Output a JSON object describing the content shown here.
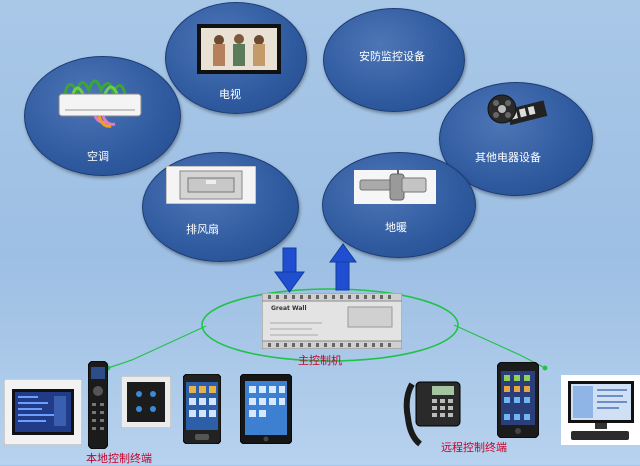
{
  "devices": {
    "tv": {
      "label": "电视"
    },
    "security": {
      "label": "安防监控设备"
    },
    "ac": {
      "label": "空调"
    },
    "other": {
      "label": "其他电器设备"
    },
    "fan": {
      "label": "排风扇"
    },
    "floor_heat": {
      "label": "地暖"
    }
  },
  "controller": {
    "label": "主控制机",
    "brand": "Great Wall"
  },
  "terminals": {
    "local_label": "本地控制终端",
    "remote_label": "远程控制终端"
  },
  "colors": {
    "background": "#a9c8e8",
    "device_fill": "#2f5a9f",
    "arrow_blue": "#1f4fd0",
    "ellipse_green": "#22c24a",
    "label_red": "#c8002a",
    "device_label": "#ffffff"
  }
}
